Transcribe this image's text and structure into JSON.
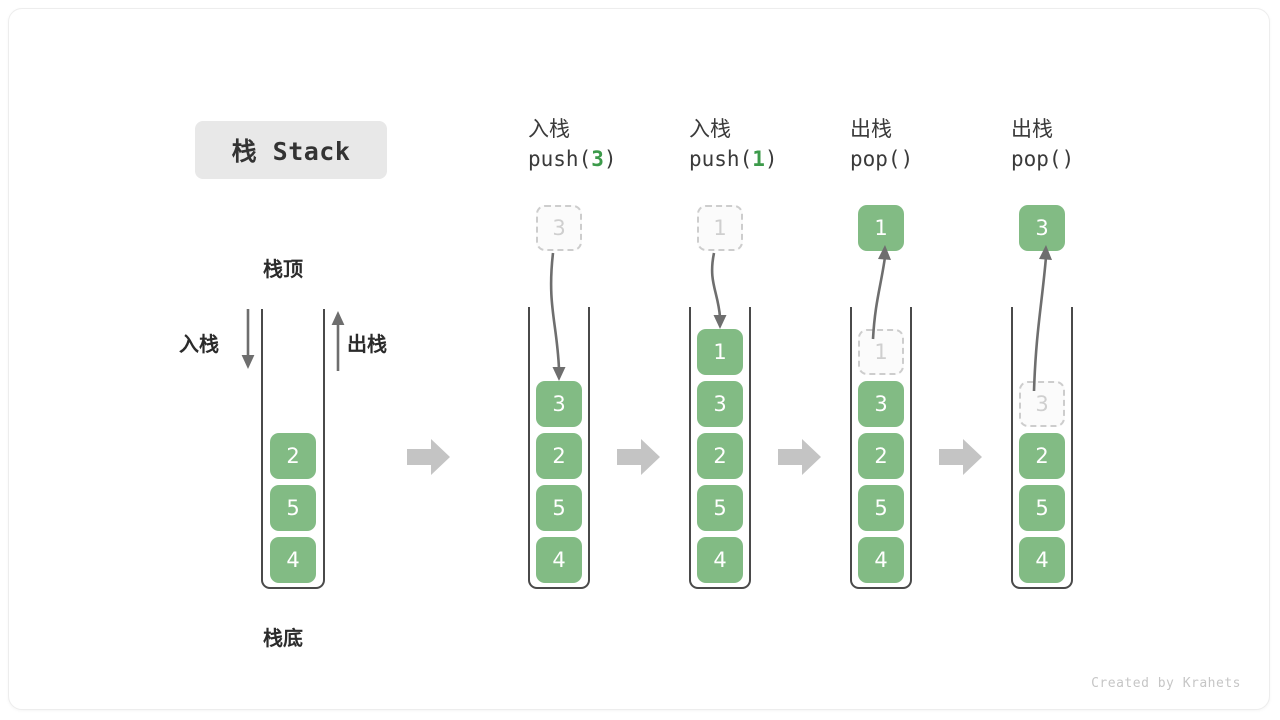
{
  "title": {
    "badge": "栈 Stack"
  },
  "legend": {
    "top_label": "栈顶",
    "bottom_label": "栈底",
    "push_label": "入栈",
    "pop_label": "出栈",
    "items": [
      "2",
      "5",
      "4"
    ]
  },
  "colors": {
    "cell_green": "#82bb84",
    "cell_text": "#ffffff",
    "ghost_text": "#cfcfcf",
    "ghost_border": "#cdcdcd",
    "wall": "#4a4a4a",
    "arrow": "#6e6e6e",
    "step_arrow": "#c4c4c4",
    "badge_bg": "#e8e8e8",
    "accent_number": "#3c9a4a"
  },
  "columns": [
    {
      "head_cjk": "入栈",
      "head_code_prefix": "push(",
      "head_code_arg": "3",
      "head_code_suffix": ")",
      "pending": {
        "value": "3",
        "style": "ghost"
      },
      "items": [
        "3",
        "2",
        "5",
        "4"
      ],
      "ghost_in_stack": null,
      "arrow_direction": "down"
    },
    {
      "head_cjk": "入栈",
      "head_code_prefix": "push(",
      "head_code_arg": "1",
      "head_code_suffix": ")",
      "pending": {
        "value": "1",
        "style": "ghost"
      },
      "items": [
        "1",
        "3",
        "2",
        "5",
        "4"
      ],
      "ghost_in_stack": null,
      "arrow_direction": "down"
    },
    {
      "head_cjk": "出栈",
      "head_code_prefix": "pop(",
      "head_code_arg": "",
      "head_code_suffix": ")",
      "pending": {
        "value": "1",
        "style": "solid"
      },
      "items": [
        "3",
        "2",
        "5",
        "4"
      ],
      "ghost_in_stack": "1",
      "arrow_direction": "up"
    },
    {
      "head_cjk": "出栈",
      "head_code_prefix": "pop(",
      "head_code_arg": "",
      "head_code_suffix": ")",
      "pending": {
        "value": "3",
        "style": "solid"
      },
      "items": [
        "2",
        "5",
        "4"
      ],
      "ghost_in_stack": "3",
      "arrow_direction": "up"
    }
  ],
  "footer": {
    "credit": "Created by Krahets"
  }
}
